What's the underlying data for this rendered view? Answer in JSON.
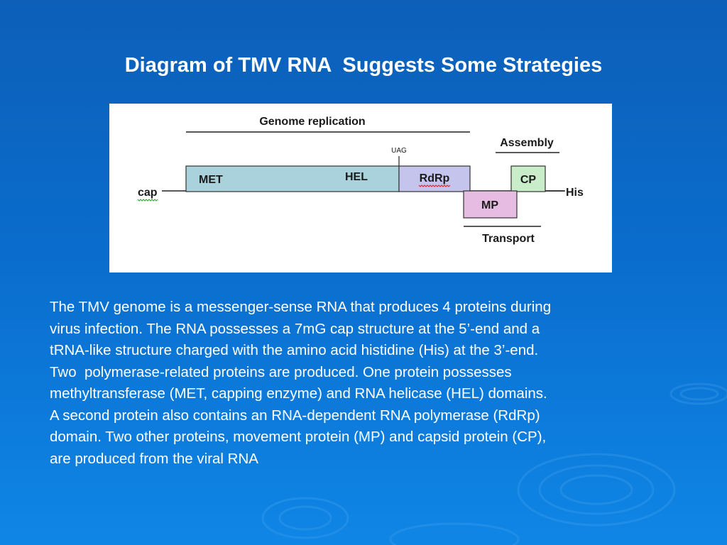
{
  "slide": {
    "title": "Diagram of TMV RNA  Suggests Some Strategies",
    "body_lines": [
      "The TMV genome is a messenger-sense RNA that produces 4 proteins during",
      "virus infection. The RNA possesses a 7mG cap structure at the 5’-end and a",
      "tRNA-like structure charged with the amino acid histidine (His) at the 3’-end.",
      "Two  polymerase-related proteins are produced. One protein possesses",
      "methyltransferase (MET, capping enzyme) and RNA helicase (HEL) domains.",
      "A second protein also contains an RNA-dependent RNA polymerase (RdRp)",
      "domain. Two other proteins, movement protein (MP) and capsid protein (CP),",
      "are produced from the viral RNA"
    ]
  },
  "diagram": {
    "label_genome_replication": "Genome replication",
    "label_assembly": "Assembly",
    "label_transport": "Transport",
    "label_uag": "UAG",
    "label_cap": "cap",
    "label_his": "His",
    "box_met": "MET",
    "box_hel": "HEL",
    "box_rdrp": "RdRp",
    "box_cp": "CP",
    "box_mp": "MP"
  },
  "colors": {
    "met_hel_fill": "#a9d2dc",
    "rdrp_fill": "#c4c4ec",
    "cp_fill": "#c9ecc9",
    "mp_fill": "#e6bce2",
    "spellcheck_red": "#e02020"
  }
}
